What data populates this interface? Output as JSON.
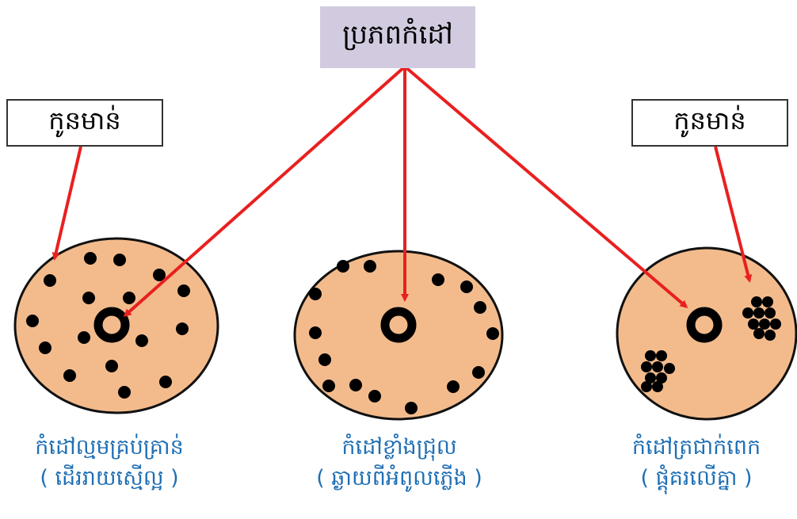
{
  "title": "ប្រភពកំដៅ",
  "particle_label_left": "កូនមាន់",
  "particle_label_right": "កូនមាន់",
  "captions": [
    {
      "line1": "កំដៅល្មមគ្រប់គ្រាន់",
      "line2": "( ដើររាយស្មើល្អ )"
    },
    {
      "line1": "កំដៅខ្លាំងជ្រុល",
      "line2": "( ឆ្ងាយពីអំពូលភ្លើង )"
    },
    {
      "line1": "កំដៅត្រជាក់ពេក",
      "line2": "( ផ្តុំគរលើគ្នា )"
    }
  ],
  "colors": {
    "disc_fill": "#f3bb8c",
    "disc_stroke": "#111111",
    "arrow": "#e8201f",
    "title_box": "#d2cbe0",
    "caption_text": "#1f6fb4"
  }
}
